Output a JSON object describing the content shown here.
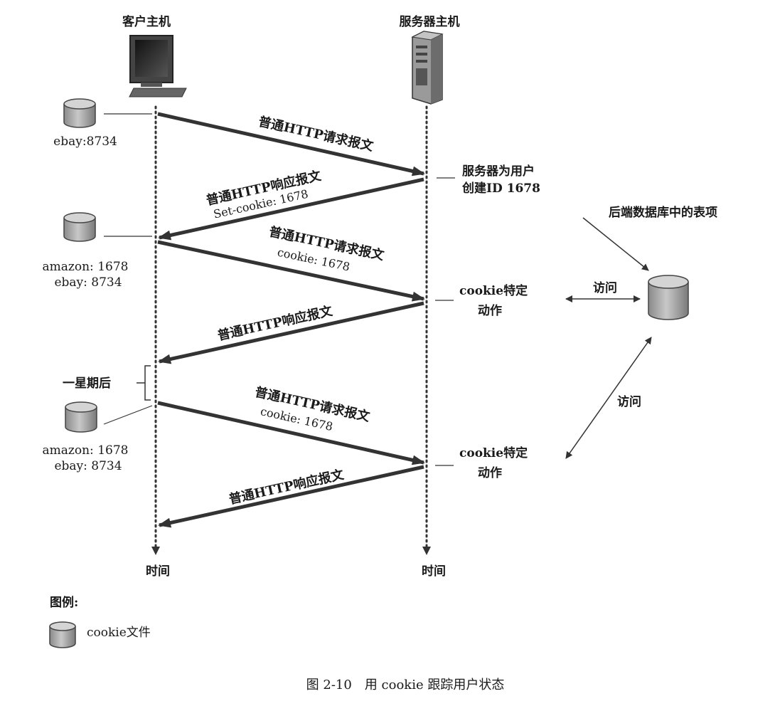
{
  "hosts": {
    "client": "客户主机",
    "server": "服务器主机"
  },
  "time_label_client": "时间",
  "time_label_server": "时间",
  "client_cookie_files": [
    {
      "lines": [
        "ebay:8734"
      ]
    },
    {
      "lines": [
        "amazon: 1678",
        "ebay: 8734"
      ]
    },
    {
      "lines": [
        "amazon: 1678",
        "ebay: 8734"
      ]
    }
  ],
  "messages": [
    {
      "main": "普通HTTP请求报文",
      "sub": ""
    },
    {
      "main": "普通HTTP响应报文",
      "sub": "Set-cookie: 1678"
    },
    {
      "main": "普通HTTP请求报文",
      "sub": "cookie: 1678"
    },
    {
      "main": "普通HTTP响应报文",
      "sub": ""
    },
    {
      "main": "普通HTTP请求报文",
      "sub": "cookie: 1678"
    },
    {
      "main": "普通HTTP响应报文",
      "sub": ""
    }
  ],
  "server_notes": {
    "create_id": [
      "服务器为用户",
      "创建ID 1678"
    ],
    "action_1": [
      "cookie特定",
      "动作"
    ],
    "action_2": [
      "cookie特定",
      "动作"
    ]
  },
  "backend": {
    "label": "后端数据库中的表项",
    "access_1": "访问",
    "access_2": "访问"
  },
  "one_week_later": "一星期后",
  "legend": {
    "title": "图例:",
    "item": "cookie文件"
  },
  "caption": "图 2-10　用 cookie 跟踪用户状态"
}
